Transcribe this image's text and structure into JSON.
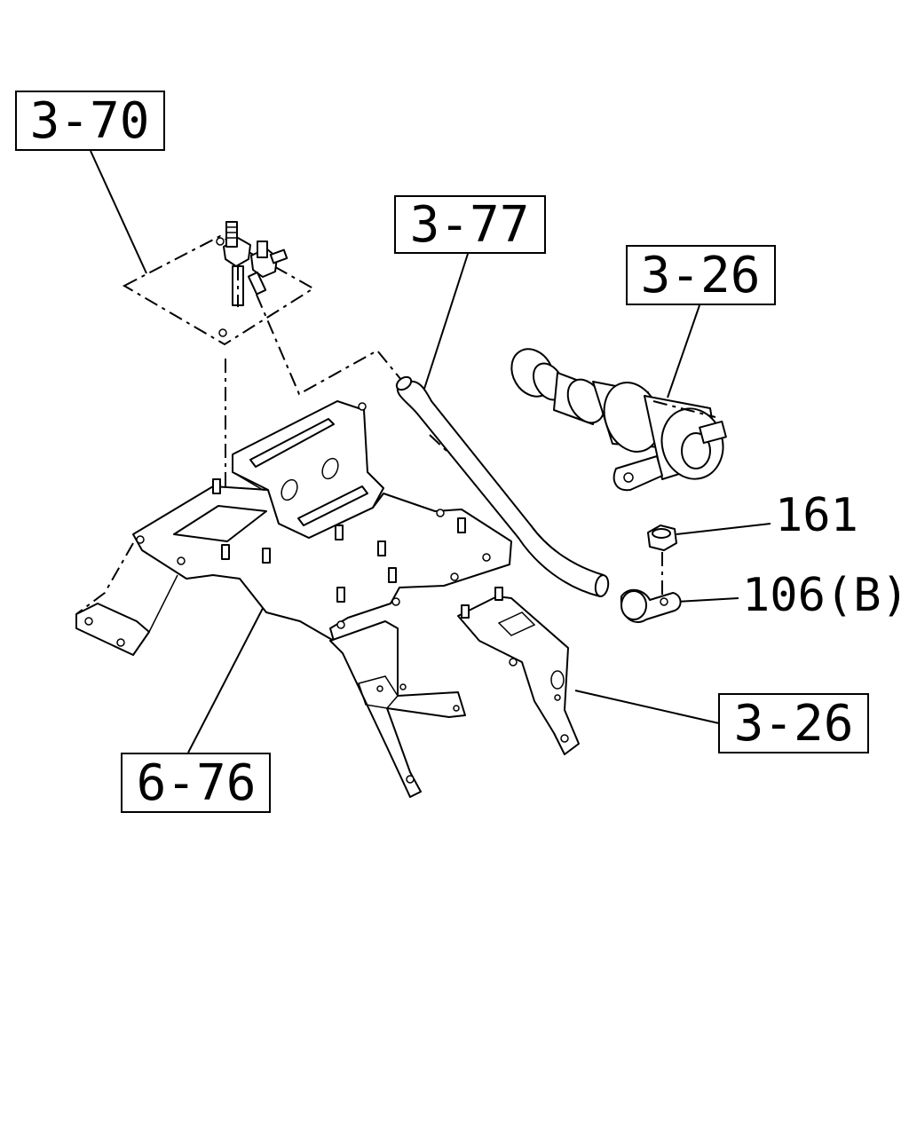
{
  "colors": {
    "ink": "#000000",
    "paper": "#ffffff"
  },
  "callouts": [
    {
      "id": "ref-3-70",
      "text": "3-70"
    },
    {
      "id": "ref-3-77",
      "text": "3-77"
    },
    {
      "id": "ref-3-26-top",
      "text": "3-26"
    },
    {
      "id": "ref-3-26-bottom",
      "text": "3-26"
    },
    {
      "id": "ref-6-76",
      "text": "6-76"
    }
  ],
  "part_labels": [
    {
      "id": "part-161",
      "text": "161"
    },
    {
      "id": "part-106b",
      "text": "106(B)"
    }
  ]
}
